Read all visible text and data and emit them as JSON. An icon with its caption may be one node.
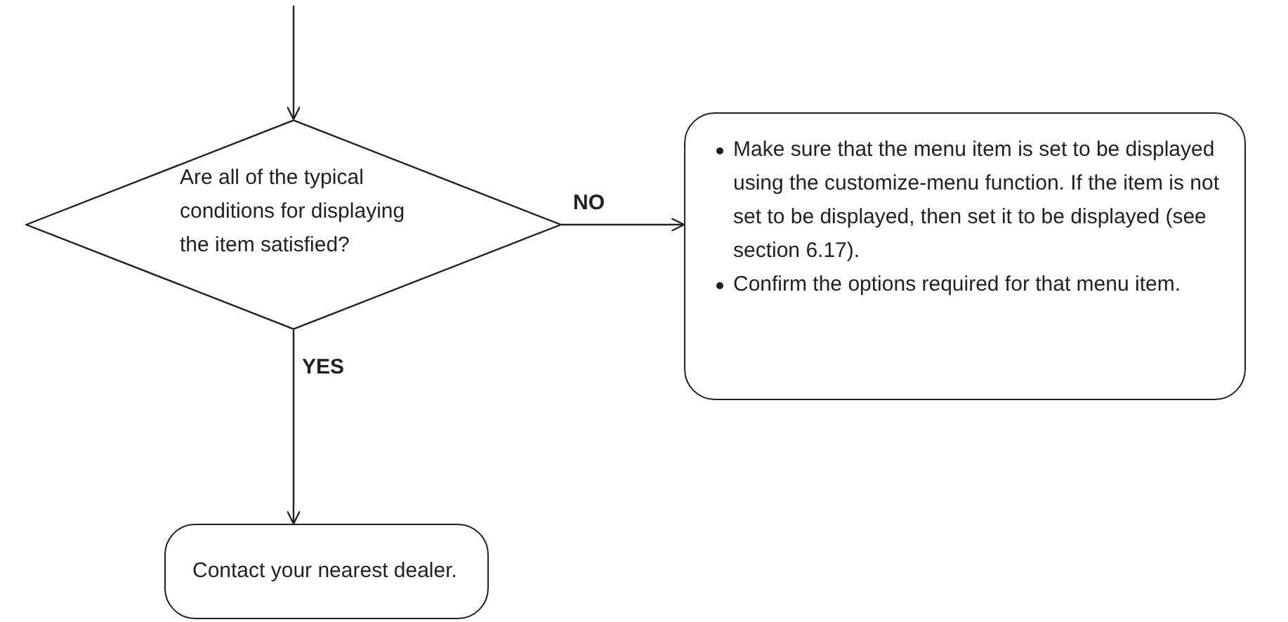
{
  "diagram": {
    "nodes": [
      {
        "text": [
          "Are all of the typical conditions for displaying the item satisfied?"
        ]
      },
      {
        "text": [
          "Make sure that the menu item is set to be displayed using the customize-menu function. If the item is not set to be displayed, then set it to be displayed (see section 6.17).",
          "Confirm the options required for that menu item."
        ]
      },
      {
        "text": [
          "Contact your nearest dealer."
        ]
      }
    ],
    "edges": [
      {
        "from": null,
        "to": 0,
        "arrow": "to"
      },
      {
        "from": 0,
        "to": 1,
        "arrow": "to",
        "label": "NO"
      },
      {
        "from": 0,
        "to": 2,
        "arrow": "to",
        "label": "YES"
      }
    ]
  }
}
